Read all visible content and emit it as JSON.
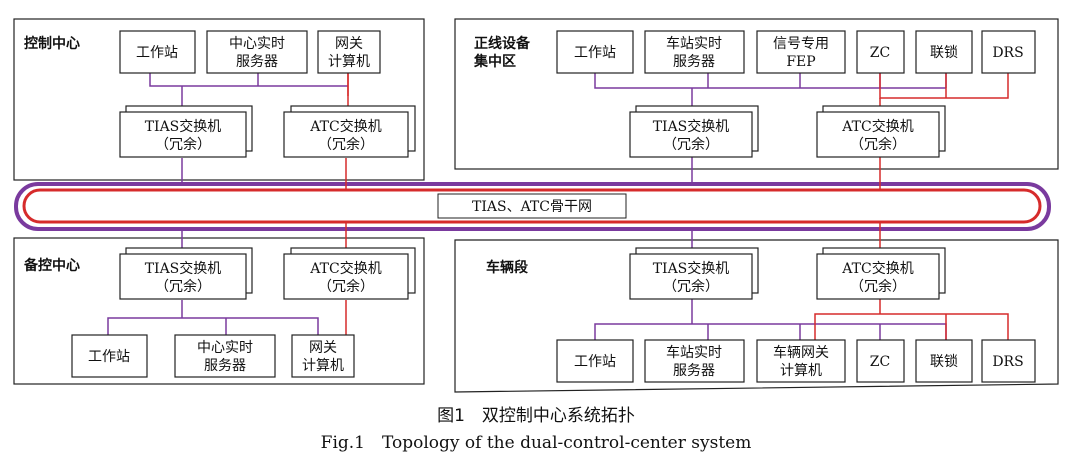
{
  "colors": {
    "tias_line": "#7a3a9e",
    "atc_line": "#d62b2b",
    "box_border": "#222222"
  },
  "regions": {
    "control_center": {
      "title": "控制中心",
      "workstation": "工作站",
      "rt_server": [
        "中心实时",
        "服务器"
      ],
      "gateway": [
        "网关",
        "计算机"
      ],
      "tias_switch": [
        "TIAS交换机",
        "（冗余）"
      ],
      "atc_switch": [
        "ATC交换机",
        "（冗余）"
      ]
    },
    "mainline": {
      "title": [
        "正线设备",
        "集中区"
      ],
      "workstation": "工作站",
      "station_server": [
        "车站实时",
        "服务器"
      ],
      "signal_fep": [
        "信号专用",
        "FEP"
      ],
      "zc": "ZC",
      "interlock": "联锁",
      "drs": "DRS",
      "tias_switch": [
        "TIAS交换机",
        "（冗余）"
      ],
      "atc_switch": [
        "ATC交换机",
        "（冗余）"
      ]
    },
    "backbone": {
      "label": "TIAS、ATC骨干网"
    },
    "backup_center": {
      "title": "备控中心",
      "workstation": "工作站",
      "rt_server": [
        "中心实时",
        "服务器"
      ],
      "gateway": [
        "网关",
        "计算机"
      ],
      "tias_switch": [
        "TIAS交换机",
        "（冗余）"
      ],
      "atc_switch": [
        "ATC交换机",
        "（冗余）"
      ]
    },
    "depot": {
      "title": "车辆段",
      "workstation": "工作站",
      "station_server": [
        "车站实时",
        "服务器"
      ],
      "vehicle_gateway": [
        "车辆网关",
        "计算机"
      ],
      "zc": "ZC",
      "interlock": "联锁",
      "drs": "DRS",
      "tias_switch": [
        "TIAS交换机",
        "（冗余）"
      ],
      "atc_switch": [
        "ATC交换机",
        "（冗余）"
      ]
    }
  },
  "caption": {
    "cn": "图1　双控制中心系统拓扑",
    "en": "Fig.1　Topology of the dual-control-center system"
  }
}
